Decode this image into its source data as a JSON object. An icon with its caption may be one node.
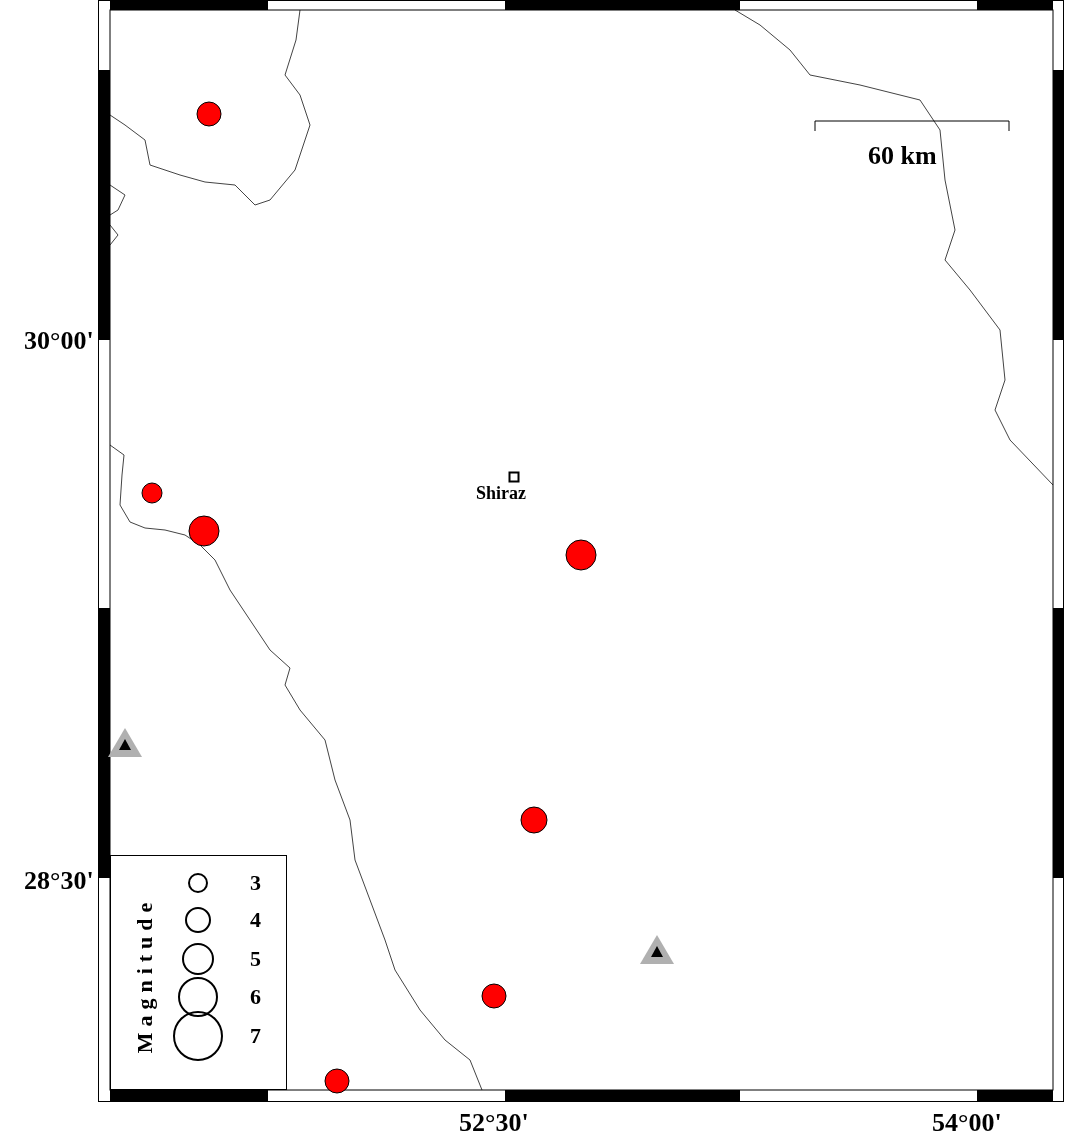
{
  "diagram": {
    "labels": [
      "60 km",
      "Shiraz",
      "30°00'",
      "28°30'",
      "52°30'",
      "54°00'",
      "Magnitude"
    ],
    "legend": [
      {
        "text": "3"
      },
      {
        "text": "4"
      },
      {
        "text": "5"
      },
      {
        "text": "6"
      },
      {
        "text": "7"
      }
    ]
  }
}
